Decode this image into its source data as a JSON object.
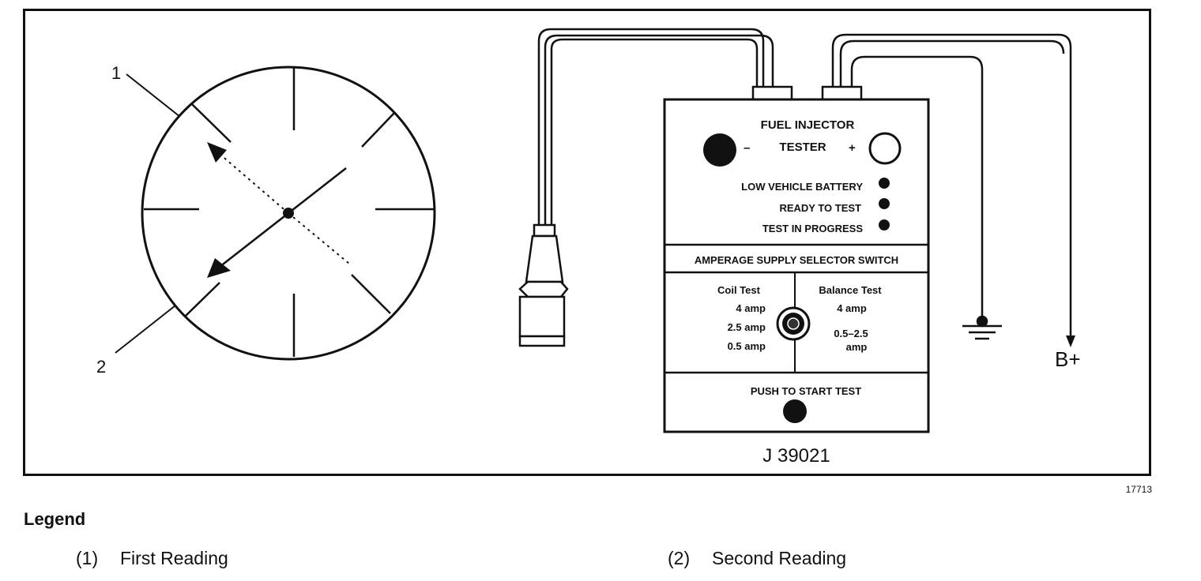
{
  "diagram": {
    "callout_1": "1",
    "callout_2": "2",
    "tester": {
      "title_line1": "FUEL INJECTOR",
      "title_line2": "TESTER",
      "minus": "–",
      "plus": "+",
      "indicators": [
        "LOW VEHICLE BATTERY",
        "READY TO TEST",
        "TEST IN PROGRESS"
      ],
      "selector_header": "AMPERAGE SUPPLY SELECTOR SWITCH",
      "coil_test": {
        "label": "Coil Test",
        "values": [
          "4 amp",
          "2.5 amp",
          "0.5 amp"
        ]
      },
      "balance_test": {
        "label": "Balance Test",
        "values": [
          "4 amp",
          "0.5–2.5",
          "amp"
        ]
      },
      "push_label": "PUSH TO START TEST",
      "model": "J 39021"
    },
    "b_plus": "B+"
  },
  "figure_number": "17713",
  "legend": {
    "title": "Legend",
    "items": [
      {
        "number": "(1)",
        "text": "First Reading"
      },
      {
        "number": "(2)",
        "text": "Second Reading"
      }
    ]
  }
}
